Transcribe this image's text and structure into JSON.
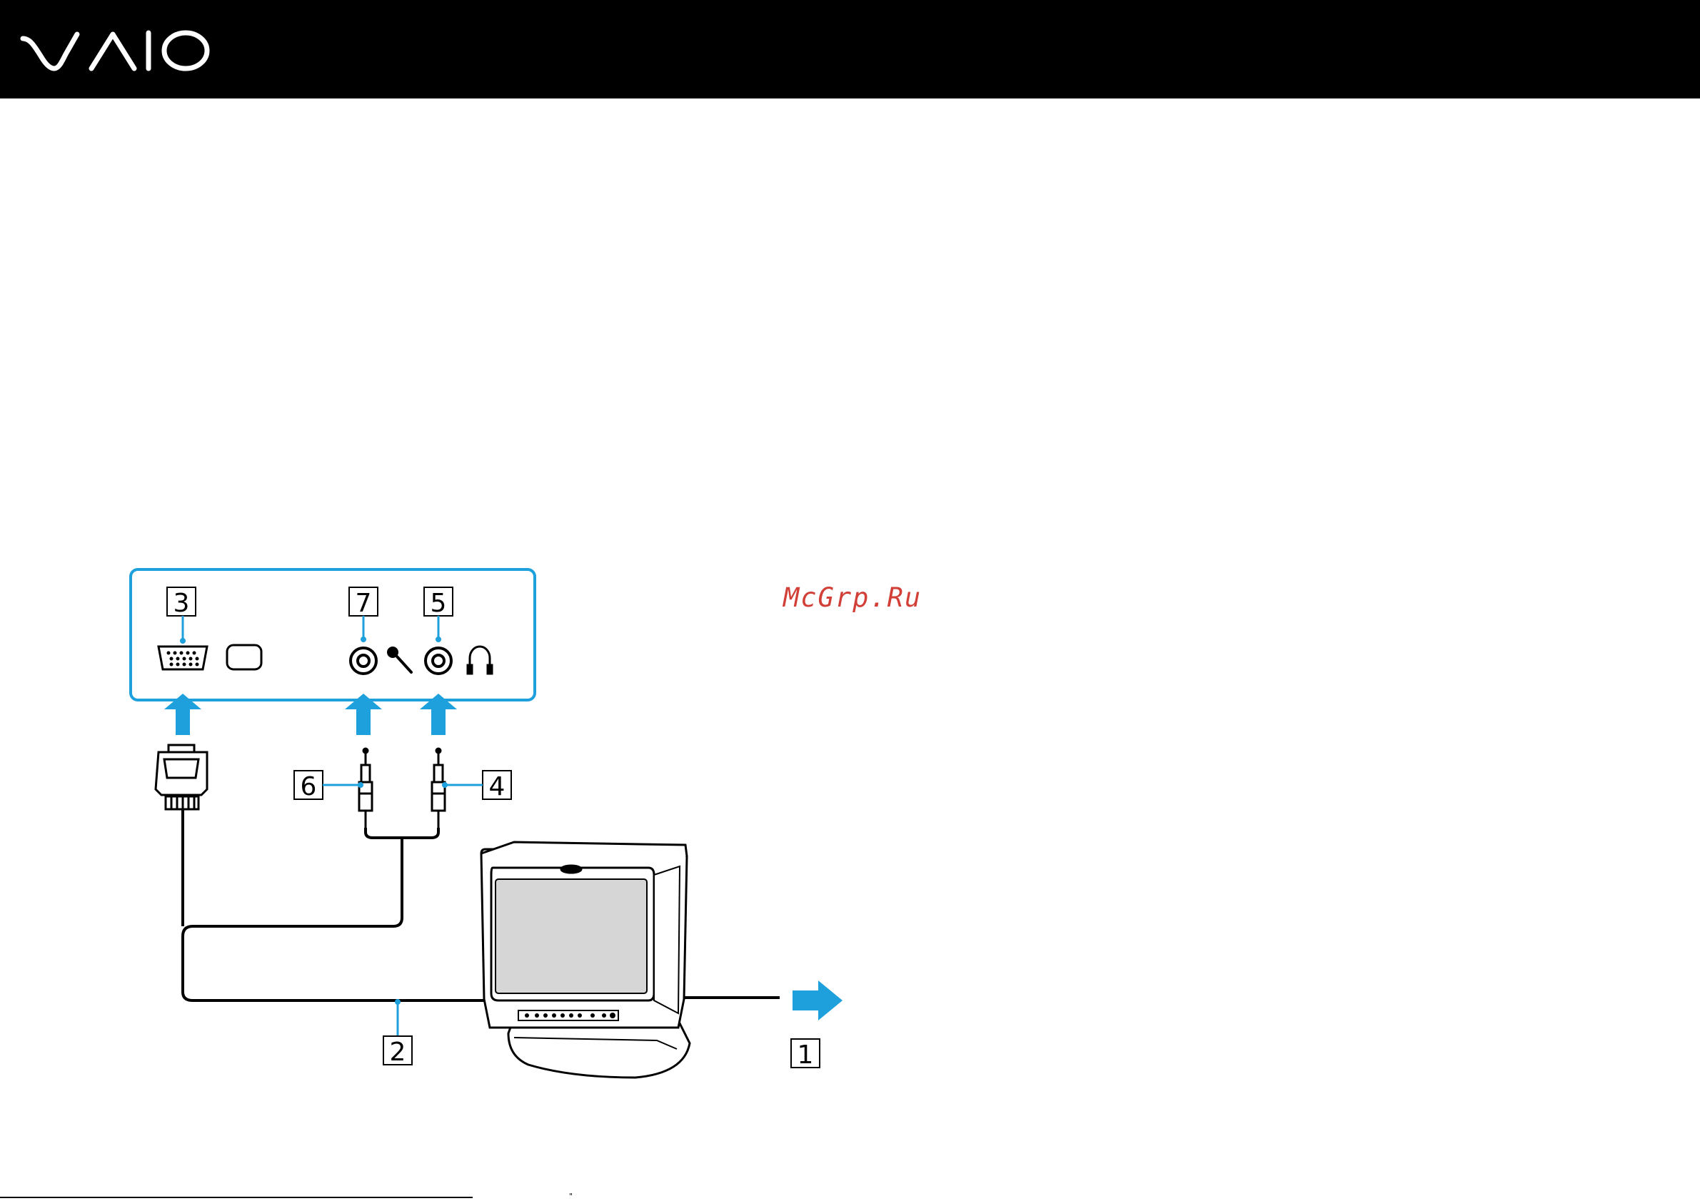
{
  "header": {
    "logo_text": "VAIO",
    "bar_color": "#000000"
  },
  "watermark": {
    "text": "McGrp.Ru",
    "color": "#d23f36"
  },
  "accent_color": "#1da0dc",
  "callouts": {
    "one": "1",
    "two": "2",
    "three": "3",
    "four": "4",
    "five": "5",
    "six": "6",
    "seven": "7"
  },
  "icons": {
    "monitor_port": "monitor-icon",
    "microphone": "microphone-icon",
    "headphones": "headphones-icon",
    "direction_arrow": "arrow-right-icon"
  },
  "footer": {
    "mark": "\""
  }
}
